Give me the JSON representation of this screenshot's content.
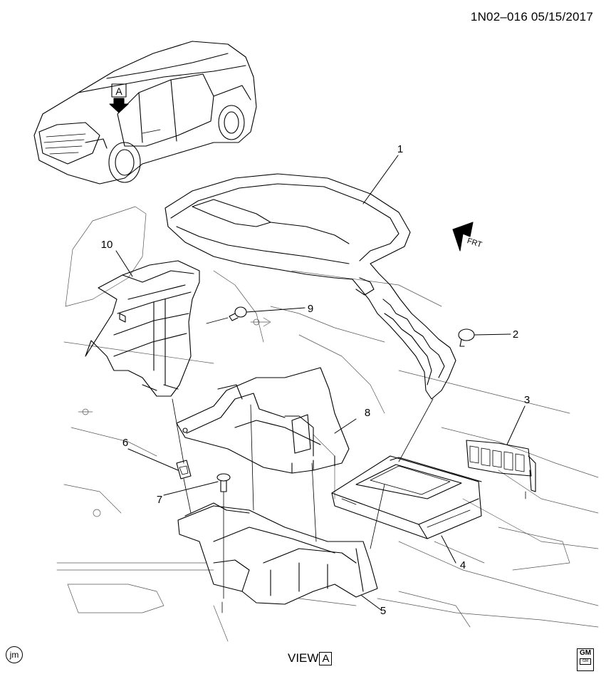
{
  "header": {
    "diagram_id": "1N02–016 05/15/2017"
  },
  "view_label": {
    "text": "VIEW",
    "letter": "A"
  },
  "vehicle_view_marker": "A",
  "front_indicator": "FRT",
  "callouts": [
    "1",
    "2",
    "3",
    "4",
    "5",
    "6",
    "7",
    "8",
    "9",
    "10"
  ],
  "logos": {
    "illustrator": "jm",
    "brand": "GM",
    "brand_sub": "GM"
  }
}
